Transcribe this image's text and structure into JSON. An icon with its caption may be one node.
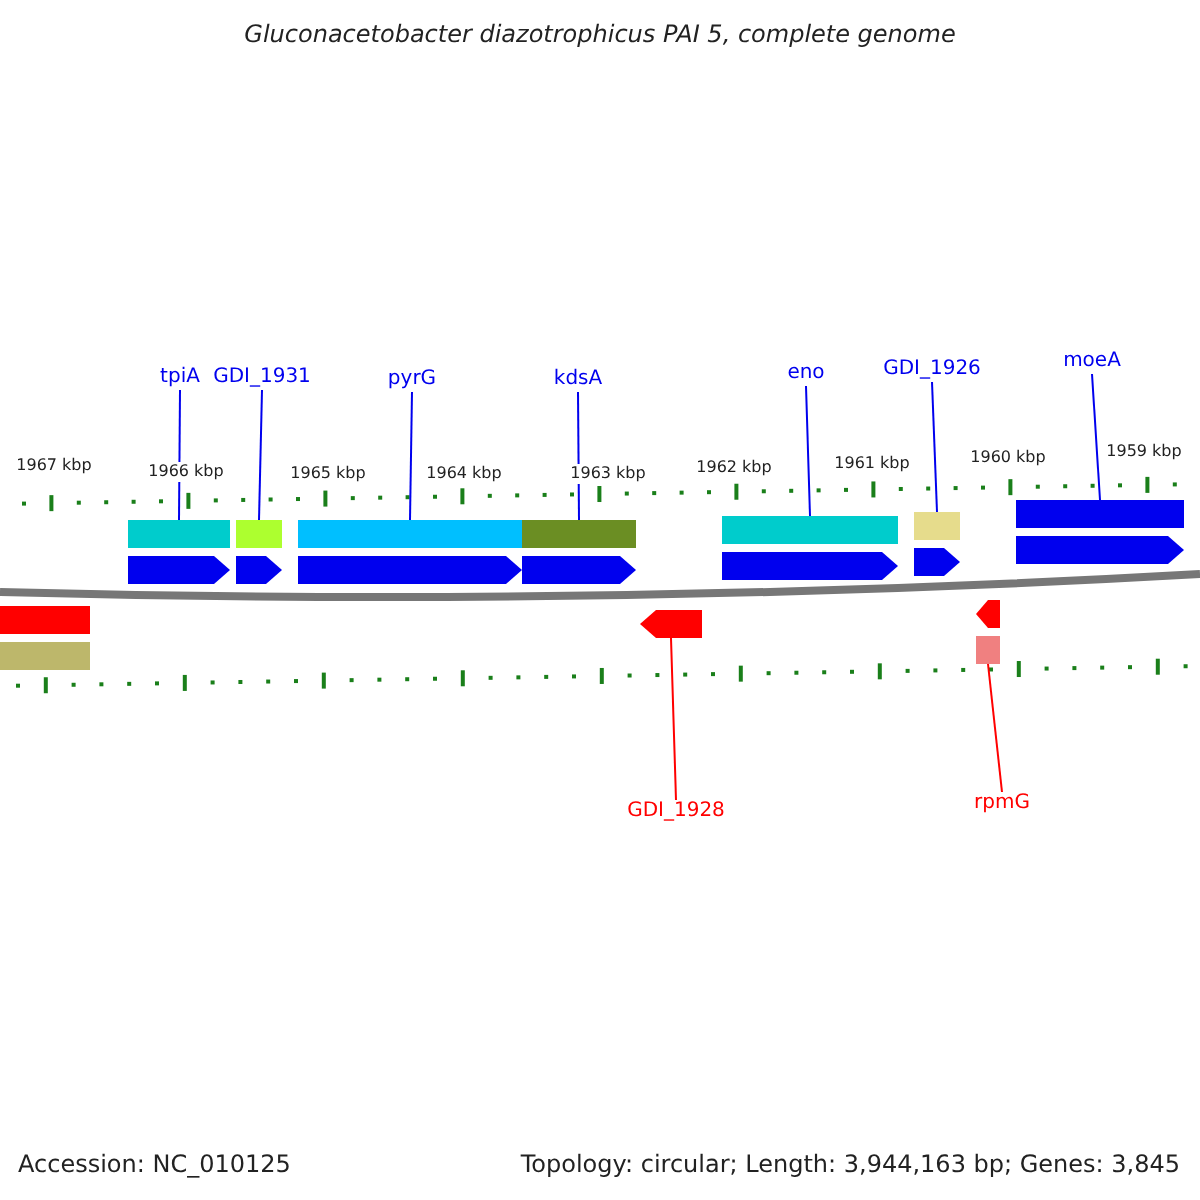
{
  "diagram": {
    "title": "Gluconacetobacter diazotrophicus PAI 5, complete genome",
    "nodes": [
      {
        "text": [
          "tpiA"
        ]
      },
      {
        "text": [
          "GDI_1931"
        ]
      },
      {
        "text": [
          "pyrG"
        ]
      },
      {
        "text": [
          "kdsA"
        ]
      },
      {
        "text": [
          "eno"
        ]
      },
      {
        "text": [
          "GDI_1926"
        ]
      },
      {
        "text": [
          "moeA"
        ]
      },
      {
        "text": [
          "GDI_1928"
        ]
      },
      {
        "text": [
          "rpmG"
        ]
      },
      {
        "text": [],
        "shape": "arrow"
      },
      {
        "text": [],
        "shape": "arrow"
      },
      {
        "text": [],
        "shape": "arrow"
      },
      {
        "text": [],
        "shape": "arrow"
      },
      {
        "text": [],
        "shape": "arrow"
      },
      {
        "text": [],
        "shape": "arrow"
      },
      {
        "text": [],
        "shape": "arrow"
      },
      {
        "text": [],
        "shape": "arrow"
      },
      {
        "text": [],
        "shape": "arrow"
      }
    ],
    "edges": [
      {
        "from": 0,
        "to": 9,
        "arrow": "none"
      },
      {
        "from": 1,
        "to": 10,
        "arrow": "none"
      },
      {
        "from": 2,
        "to": 11,
        "arrow": "none"
      },
      {
        "from": 3,
        "to": 12,
        "arrow": "none"
      },
      {
        "from": 4,
        "to": 13,
        "arrow": "none"
      },
      {
        "from": 5,
        "to": 14,
        "arrow": "none"
      },
      {
        "from": 6,
        "to": 15,
        "arrow": "none"
      },
      {
        "from": 7,
        "to": 16,
        "arrow": "none",
        "color": "#ff0000"
      },
      {
        "from": 8,
        "to": 17,
        "arrow": "none",
        "color": "#ff0000"
      }
    ],
    "labels": [
      "1967 kbp",
      "1966 kbp",
      "1965 kbp",
      "1964 kbp",
      "1963 kbp",
      "1962 kbp",
      "1961 kbp",
      "1960 kbp",
      "1959 kbp",
      "Accession: NC_010125",
      "Topology: circular; Length: 3,944,163 bp; Genes: 3,845"
    ]
  }
}
